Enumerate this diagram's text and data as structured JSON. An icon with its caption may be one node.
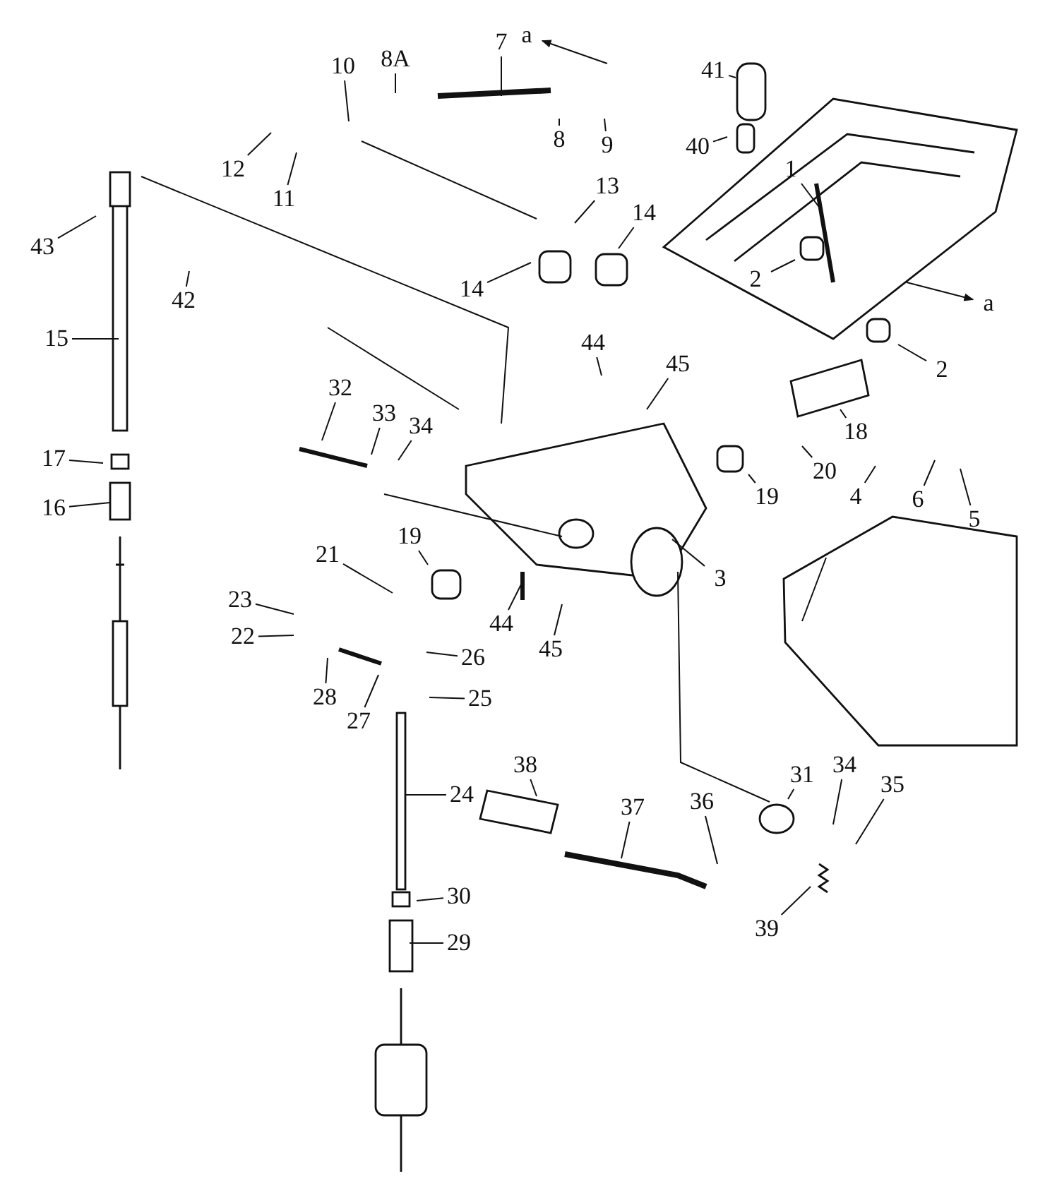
{
  "diagram": {
    "nodes": [
      {
        "text": [
          "a"
        ]
      },
      {
        "text": [
          "7"
        ]
      },
      {
        "text": [
          "8A"
        ]
      },
      {
        "text": [
          "10"
        ]
      },
      {
        "text": [
          "41"
        ]
      },
      {
        "text": [
          "9"
        ]
      },
      {
        "text": [
          "8"
        ]
      },
      {
        "text": [
          "40"
        ]
      },
      {
        "text": [
          "12"
        ]
      },
      {
        "text": [
          "1"
        ]
      },
      {
        "text": [
          "11"
        ]
      },
      {
        "text": [
          "13"
        ]
      },
      {
        "text": [
          "14"
        ]
      },
      {
        "text": [
          "43"
        ]
      },
      {
        "text": [
          "14"
        ]
      },
      {
        "text": [
          "2"
        ]
      },
      {
        "text": [
          "a"
        ]
      },
      {
        "text": [
          "42"
        ]
      },
      {
        "text": [
          "15"
        ]
      },
      {
        "text": [
          "44"
        ]
      },
      {
        "text": [
          "45"
        ]
      },
      {
        "text": [
          "2"
        ]
      },
      {
        "text": [
          "32"
        ]
      },
      {
        "text": [
          "33"
        ]
      },
      {
        "text": [
          "34"
        ]
      },
      {
        "text": [
          "20"
        ]
      },
      {
        "text": [
          "18"
        ]
      },
      {
        "text": [
          "17"
        ]
      },
      {
        "text": [
          "4"
        ]
      },
      {
        "text": [
          "6"
        ]
      },
      {
        "text": [
          "19"
        ]
      },
      {
        "text": [
          "16"
        ]
      },
      {
        "text": [
          "5"
        ]
      },
      {
        "text": [
          "21"
        ]
      },
      {
        "text": [
          "19"
        ]
      },
      {
        "text": [
          "3"
        ]
      },
      {
        "text": [
          "23"
        ]
      },
      {
        "text": [
          "44"
        ]
      },
      {
        "text": [
          "22"
        ]
      },
      {
        "text": [
          "45"
        ]
      },
      {
        "text": [
          "26"
        ]
      },
      {
        "text": [
          "25"
        ]
      },
      {
        "text": [
          "28"
        ]
      },
      {
        "text": [
          "27"
        ]
      },
      {
        "text": [
          "31"
        ]
      },
      {
        "text": [
          "34"
        ]
      },
      {
        "text": [
          "38"
        ]
      },
      {
        "text": [
          "35"
        ]
      },
      {
        "text": [
          "24"
        ]
      },
      {
        "text": [
          "36"
        ]
      },
      {
        "text": [
          "37"
        ]
      },
      {
        "text": [
          "30"
        ]
      },
      {
        "text": [
          "39"
        ]
      },
      {
        "text": [
          "29"
        ]
      }
    ],
    "edges": [
      {
        "from": null,
        "to": 0,
        "arrow": "to"
      },
      {
        "from": 1,
        "to": null,
        "arrow": "none"
      },
      {
        "from": 2,
        "to": null,
        "arrow": "none"
      },
      {
        "from": 3,
        "to": null,
        "arrow": "none"
      },
      {
        "from": 4,
        "to": null,
        "arrow": "none"
      },
      {
        "from": 5,
        "to": null,
        "arrow": "none"
      },
      {
        "from": 6,
        "to": null,
        "arrow": "none"
      },
      {
        "from": 7,
        "to": null,
        "arrow": "none"
      },
      {
        "from": 8,
        "to": null,
        "arrow": "none"
      },
      {
        "from": 9,
        "to": null,
        "arrow": "none"
      },
      {
        "from": 10,
        "to": null,
        "arrow": "none"
      },
      {
        "from": 11,
        "to": null,
        "arrow": "none"
      },
      {
        "from": 12,
        "to": null,
        "arrow": "none"
      },
      {
        "from": 13,
        "to": null,
        "arrow": "none"
      },
      {
        "from": 14,
        "to": null,
        "arrow": "none"
      },
      {
        "from": 15,
        "to": null,
        "arrow": "none"
      },
      {
        "from": null,
        "to": 16,
        "arrow": "to"
      },
      {
        "from": 17,
        "to": null,
        "arrow": "none"
      },
      {
        "from": 18,
        "to": null,
        "arrow": "none"
      },
      {
        "from": 19,
        "to": null,
        "arrow": "none"
      },
      {
        "from": 20,
        "to": null,
        "arrow": "none"
      },
      {
        "from": 21,
        "to": null,
        "arrow": "none"
      },
      {
        "from": 22,
        "to": null,
        "arrow": "none"
      },
      {
        "from": 23,
        "to": null,
        "arrow": "none"
      },
      {
        "from": 24,
        "to": null,
        "arrow": "none"
      },
      {
        "from": 25,
        "to": null,
        "arrow": "none"
      },
      {
        "from": 26,
        "to": null,
        "arrow": "none"
      },
      {
        "from": 27,
        "to": null,
        "arrow": "none"
      },
      {
        "from": 28,
        "to": null,
        "arrow": "none"
      },
      {
        "from": 29,
        "to": null,
        "arrow": "none"
      },
      {
        "from": 30,
        "to": null,
        "arrow": "none"
      },
      {
        "from": 31,
        "to": null,
        "arrow": "none"
      },
      {
        "from": 32,
        "to": null,
        "arrow": "none"
      },
      {
        "from": 33,
        "to": null,
        "arrow": "none"
      },
      {
        "from": 34,
        "to": null,
        "arrow": "none"
      },
      {
        "from": 35,
        "to": null,
        "arrow": "none"
      },
      {
        "from": 36,
        "to": null,
        "arrow": "none"
      },
      {
        "from": 37,
        "to": null,
        "arrow": "none"
      },
      {
        "from": 38,
        "to": null,
        "arrow": "none"
      },
      {
        "from": 39,
        "to": null,
        "arrow": "none"
      },
      {
        "from": 40,
        "to": null,
        "arrow": "none"
      },
      {
        "from": 41,
        "to": null,
        "arrow": "none"
      },
      {
        "from": 42,
        "to": null,
        "arrow": "none"
      },
      {
        "from": 43,
        "to": null,
        "arrow": "none"
      },
      {
        "from": 44,
        "to": null,
        "arrow": "none"
      },
      {
        "from": 45,
        "to": null,
        "arrow": "none"
      },
      {
        "from": 46,
        "to": null,
        "arrow": "none"
      },
      {
        "from": 47,
        "to": null,
        "arrow": "none"
      },
      {
        "from": 48,
        "to": null,
        "arrow": "none"
      },
      {
        "from": 49,
        "to": null,
        "arrow": "none"
      },
      {
        "from": 50,
        "to": null,
        "arrow": "none"
      },
      {
        "from": 51,
        "to": null,
        "arrow": "none"
      },
      {
        "from": 52,
        "to": null,
        "arrow": "none"
      },
      {
        "from": 53,
        "to": null,
        "arrow": "none"
      }
    ]
  }
}
